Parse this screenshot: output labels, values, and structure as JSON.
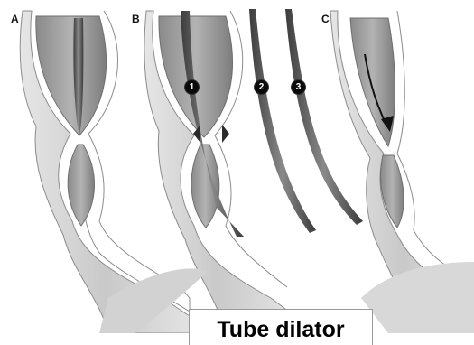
{
  "panels": [
    {
      "letter": "A"
    },
    {
      "letter": "B"
    },
    {
      "letter": "C"
    }
  ],
  "dilator_steps": [
    "1",
    "2",
    "3"
  ],
  "caption": "Tube dilator",
  "colors": {
    "tissue_outer": "#dcdcdc",
    "tissue_lumen": "#9c9c9c",
    "tube": "#555555",
    "badge": "#0a0a0a"
  }
}
